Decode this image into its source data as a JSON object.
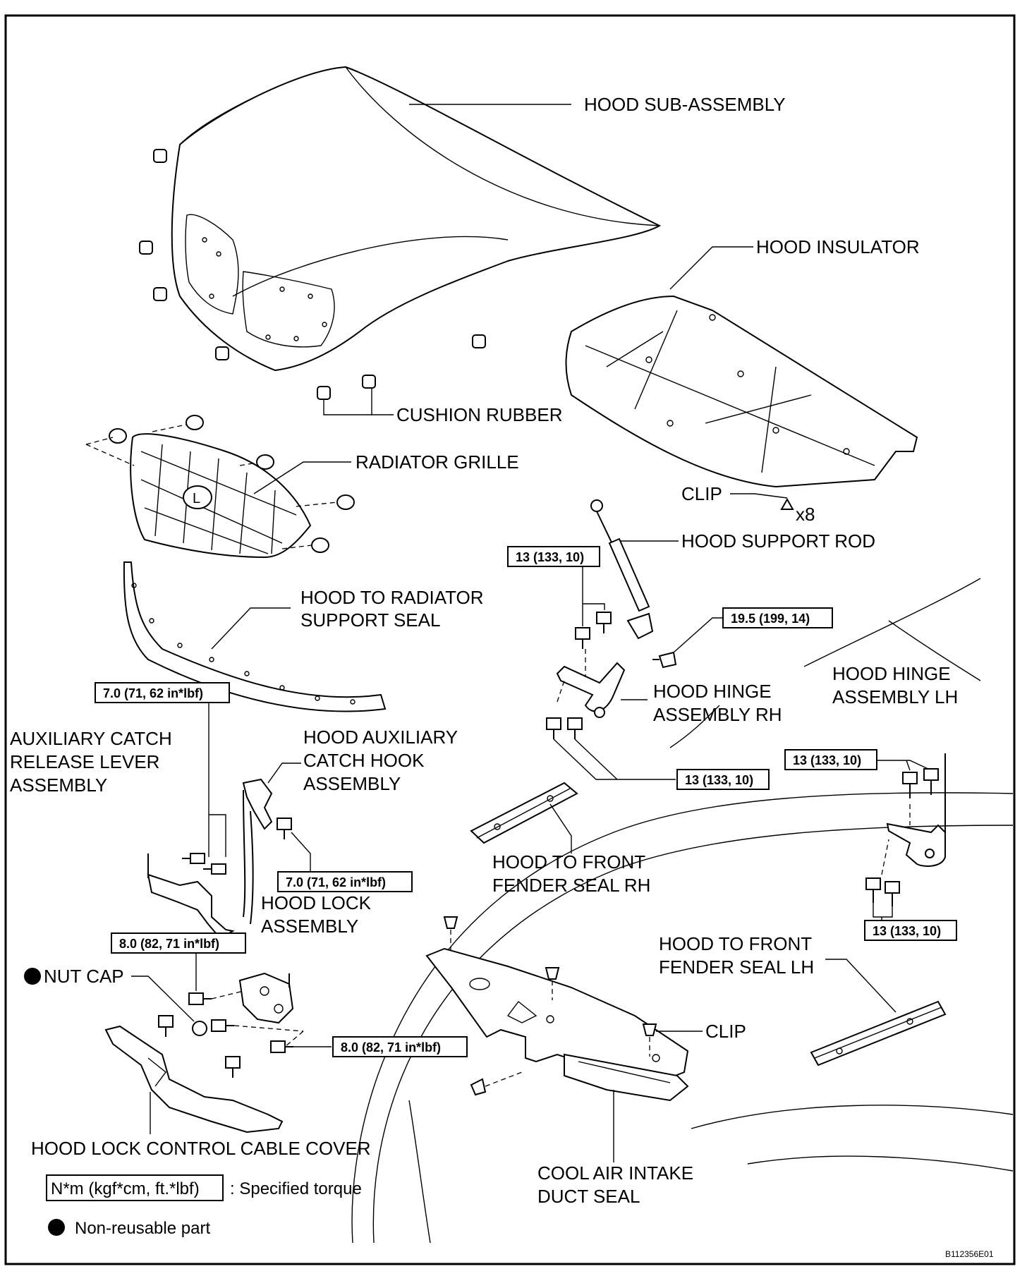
{
  "labels": {
    "hood_sub_assembly": "HOOD SUB-ASSEMBLY",
    "hood_insulator": "HOOD INSULATOR",
    "cushion_rubber": "CUSHION RUBBER",
    "radiator_grille": "RADIATOR GRILLE",
    "clip_top": "CLIP",
    "clip_qty": "x8",
    "hood_support_rod": "HOOD SUPPORT ROD",
    "seal_radiator_1": "HOOD TO RADIATOR",
    "seal_radiator_2": "SUPPORT SEAL",
    "hinge_lh_1": "HOOD HINGE",
    "hinge_lh_2": "ASSEMBLY LH",
    "hinge_rh_1": "HOOD HINGE",
    "hinge_rh_2": "ASSEMBLY RH",
    "aux_lever_1": "AUXILIARY CATCH",
    "aux_lever_2": "RELEASE LEVER",
    "aux_lever_3": "ASSEMBLY",
    "aux_hook_1": "HOOD AUXILIARY",
    "aux_hook_2": "CATCH HOOK",
    "aux_hook_3": "ASSEMBLY",
    "fender_rh_1": "HOOD TO FRONT",
    "fender_rh_2": "FENDER SEAL RH",
    "hood_lock_1": "HOOD LOCK",
    "hood_lock_2": "ASSEMBLY",
    "fender_lh_1": "HOOD TO FRONT",
    "fender_lh_2": "FENDER SEAL LH",
    "nut_cap": "NUT CAP",
    "clip_bottom": "CLIP",
    "cable_cover": "HOOD LOCK CONTROL CABLE COVER",
    "duct_seal_1": "COOL AIR INTAKE",
    "duct_seal_2": "DUCT SEAL"
  },
  "torques": {
    "support_rod_bolts": "13 (133, 10)",
    "support_rod_stud": "19.5 (199, 14)",
    "aux_lever_bolts": "7.0 (71, 62 in*lbf)",
    "hinge_rh_bolts": "13 (133, 10)",
    "hinge_lh_upper": "13 (133, 10)",
    "aux_hook_bolt": "7.0 (71, 62 in*lbf)",
    "hinge_lh_lower": "13 (133, 10)",
    "hood_lock_upper": "8.0 (82, 71 in*lbf)",
    "hood_lock_lower": "8.0 (82, 71 in*lbf)"
  },
  "legend": {
    "torque_box": "N*m (kgf*cm, ft.*lbf)",
    "torque_text": ": Specified torque",
    "nonreusable_text": "Non-reusable part"
  },
  "figure_id": "B112356E01"
}
